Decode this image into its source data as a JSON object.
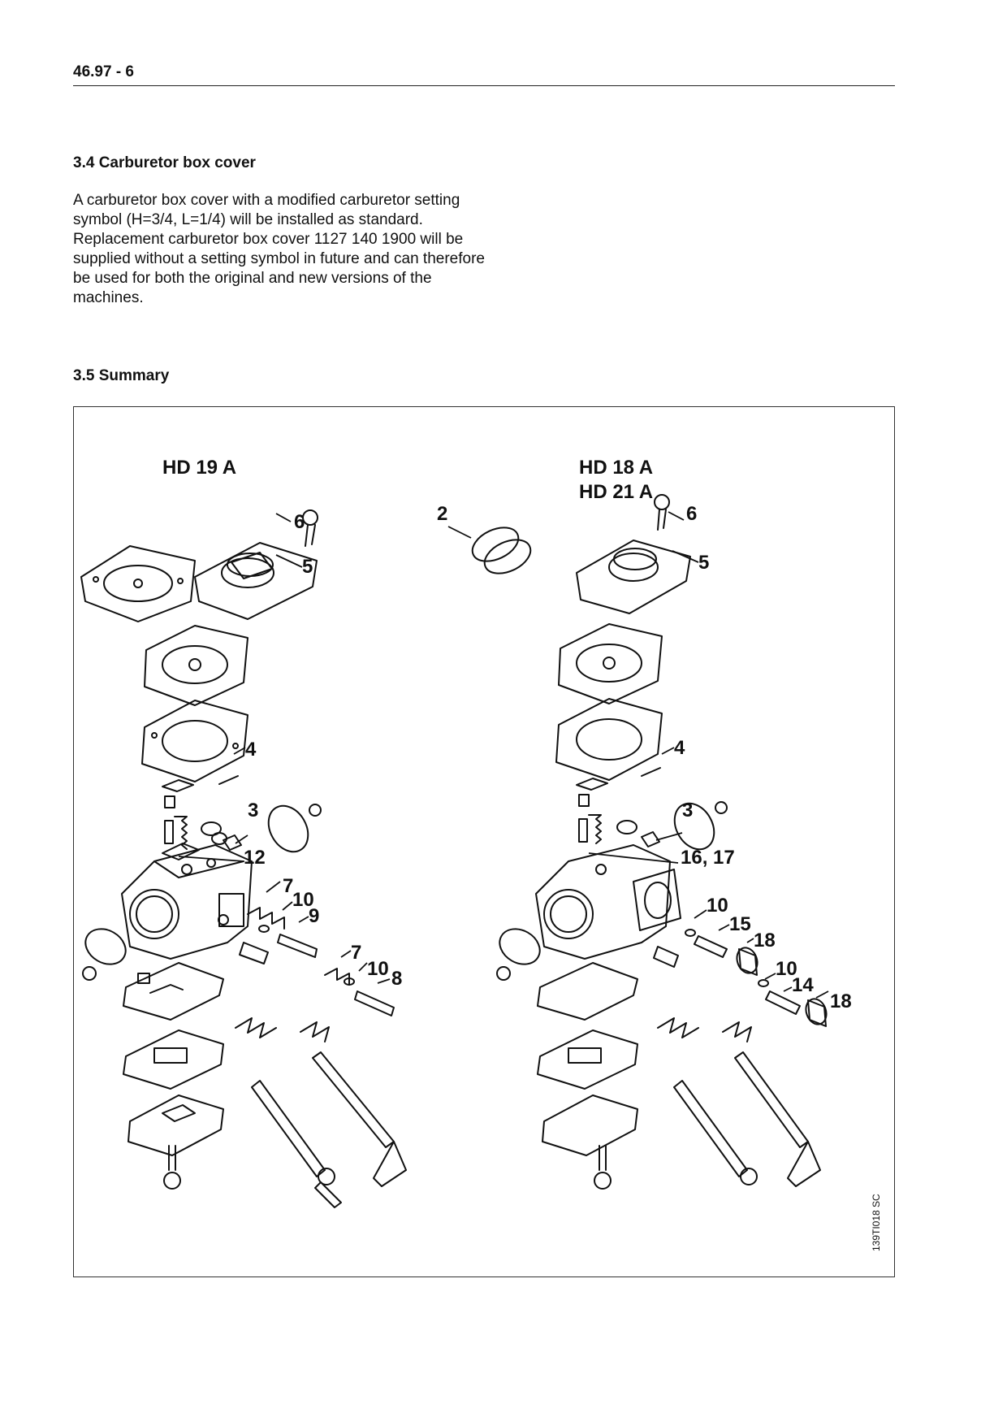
{
  "header": {
    "page_number": "46.97 - 6"
  },
  "section_34": {
    "title": "3.4 Carburetor box cover",
    "paragraph1": "A carburetor box cover with a modified carburetor setting symbol (H=3/4, L=1/4) will be installed as standard.",
    "paragraph2": "Replacement carburetor box cover 1127 140 1900 will be supplied without a setting symbol in future and can therefore be used for both the original and new versions of the machines."
  },
  "section_35": {
    "title": "3.5 Summary"
  },
  "figure": {
    "left_model": {
      "line1": "HD 19 A"
    },
    "right_model": {
      "line1": "HD 18 A",
      "line2": "HD 21 A"
    },
    "figure_code": "139TI018 SC",
    "left_callouts": [
      "6",
      "5",
      "4",
      "3",
      "12",
      "7",
      "10",
      "9",
      "7",
      "10",
      "8"
    ],
    "right_callouts": [
      "2",
      "6",
      "5",
      "4",
      "3",
      "16, 17",
      "10",
      "15",
      "18",
      "10",
      "14",
      "18"
    ]
  }
}
